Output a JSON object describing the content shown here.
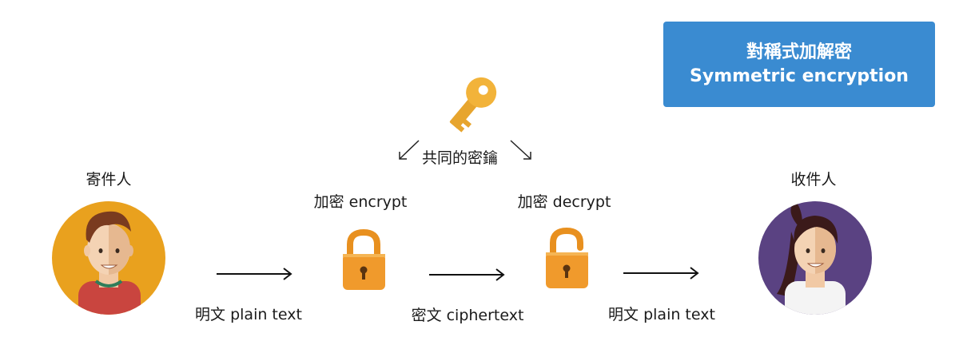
{
  "title": {
    "line1": "對稱式加解密",
    "line2": "Symmetric encryption"
  },
  "shared_key_label": "共同的密鑰",
  "sender": {
    "label": "寄件人"
  },
  "receiver": {
    "label": "收件人"
  },
  "encrypt_label": "加密 encrypt",
  "decrypt_label": "加密 decrypt",
  "plaintext_left": "明文 plain text",
  "ciphertext": "密文 ciphertext",
  "plaintext_right": "明文 plain text",
  "colors": {
    "title_bg": "#3a8bd1",
    "sender_bg": "#e9a11e",
    "receiver_bg": "#5a4282",
    "lock": "#f09a2c",
    "key": "#f2b33a"
  }
}
